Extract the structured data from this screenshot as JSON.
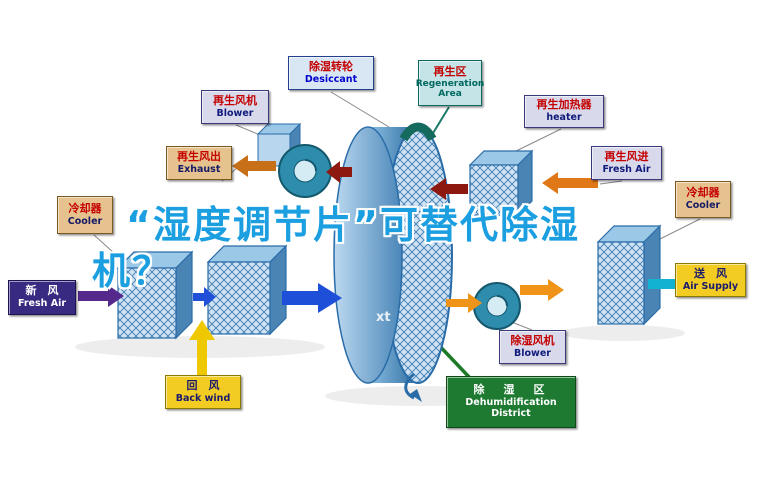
{
  "title": {
    "line1": "“湿度调节片”可替代除湿",
    "line2": "机？"
  },
  "watermark": "xt",
  "labels": {
    "desiccant": {
      "zh": "除湿转轮",
      "en": "Desiccant"
    },
    "regeneration_area": {
      "zh": "再生区",
      "en": "Regeneration Area"
    },
    "regen_blower": {
      "zh": "再生风机",
      "en": "Blower"
    },
    "heater": {
      "zh": "再生加热器",
      "en": "heater"
    },
    "exhaust": {
      "zh": "再生风出",
      "en": "Exhaust"
    },
    "regen_fresh_air": {
      "zh": "再生风进",
      "en": "Fresh Air"
    },
    "cooler_left": {
      "zh": "冷却器",
      "en": "Cooler"
    },
    "cooler_right": {
      "zh": "冷却器",
      "en": "Cooler"
    },
    "fresh_air": {
      "zh": "新　风",
      "en": "Fresh Air"
    },
    "air_supply": {
      "zh": "送　风",
      "en": "Air Supply"
    },
    "back_wind": {
      "zh": "回　风",
      "en": "Back wind"
    },
    "dehumid_blower": {
      "zh": "除湿风机",
      "en": "Blower"
    },
    "dehumid_district": {
      "zh": "除　湿　区",
      "en1": "Dehumidification",
      "en2": "District"
    }
  },
  "colors": {
    "title_blue": "#1b9fe0",
    "process_blue": "#1e4fd8",
    "regen_maroon": "#8c1810",
    "hot_orange": "#ef9418",
    "supply_teal": "#12b2d2",
    "district_green": "#1e7a30"
  }
}
